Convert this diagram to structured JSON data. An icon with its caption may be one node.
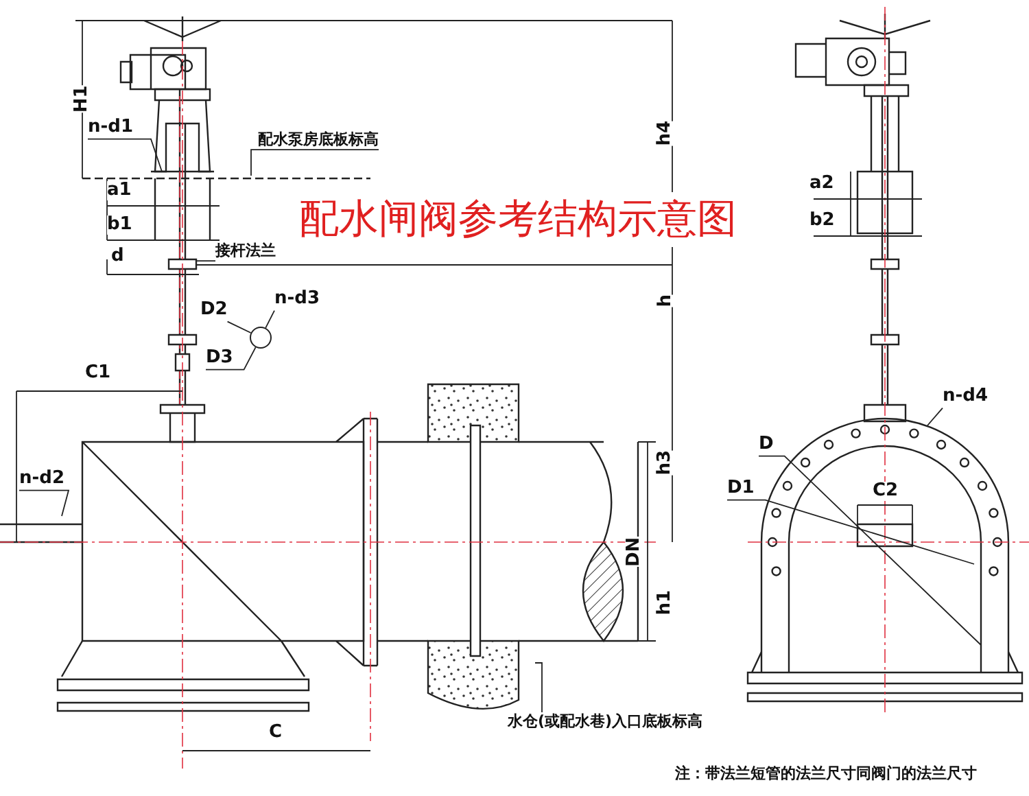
{
  "diagram": {
    "title": "配水闸阀参考结构示意图",
    "nodes": [
      {
        "text": [
          "n-d1"
        ]
      },
      {
        "text": [
          "配水泵房底板标高"
        ]
      },
      {
        "text": [
          "接杆法兰"
        ]
      },
      {
        "text": [
          "D2"
        ]
      },
      {
        "text": [
          "n-d3"
        ]
      },
      {
        "text": [
          "D3"
        ]
      },
      {
        "text": [
          "n-d2"
        ]
      },
      {
        "text": [
          "水仓(或配水巷)入口底板标高"
        ]
      },
      {
        "text": [
          "n-d4"
        ]
      },
      {
        "text": [
          "D"
        ]
      },
      {
        "text": [
          "D1"
        ]
      },
      {
        "text": [],
        "shape": "circle"
      }
    ],
    "edges": [
      {
        "from": 0,
        "to": null,
        "arrow": "none"
      },
      {
        "from": 1,
        "to": null,
        "arrow": "none"
      },
      {
        "from": 2,
        "to": null,
        "arrow": "none"
      },
      {
        "from": 3,
        "to": 11,
        "arrow": "none"
      },
      {
        "from": 4,
        "to": 11,
        "arrow": "none"
      },
      {
        "from": 5,
        "to": 11,
        "arrow": "none"
      },
      {
        "from": 6,
        "to": null,
        "arrow": "none"
      },
      {
        "from": 7,
        "to": null,
        "arrow": "none"
      },
      {
        "from": 8,
        "to": null,
        "arrow": "none"
      },
      {
        "from": 9,
        "to": null,
        "arrow": "none"
      },
      {
        "from": 10,
        "to": null,
        "arrow": "none"
      }
    ],
    "labels": [
      "H1",
      "a1",
      "b1",
      "d",
      "C1",
      "h4",
      "h",
      "h3",
      "DN",
      "h1",
      "C",
      "a2",
      "b2",
      "C2",
      "注：带法兰短管的法兰尺寸同阀门的法兰尺寸"
    ]
  }
}
